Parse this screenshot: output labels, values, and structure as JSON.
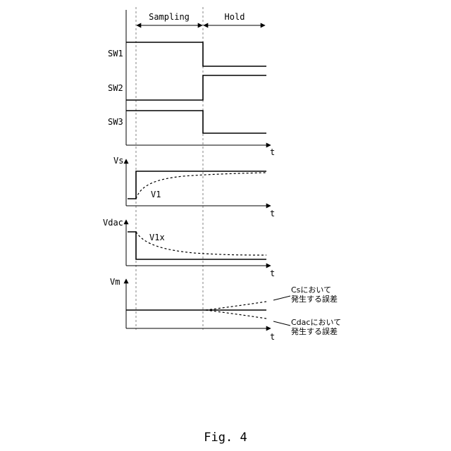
{
  "phases": {
    "sampling": "Sampling",
    "hold": "Hold"
  },
  "switches": {
    "sw1": "SW1",
    "sw2": "SW2",
    "sw3": "SW3"
  },
  "axes": {
    "t": "t",
    "vs": "Vs",
    "vdac": "Vdac",
    "vm": "Vm"
  },
  "curves": {
    "v1": "V1",
    "v1x": "V1x"
  },
  "annotations": {
    "cs_line1": "Csにおいて",
    "cs_line2": "発生する誤差",
    "cdac_line1": "Cdacにおいて",
    "cdac_line2": "発生する誤差"
  },
  "caption": "Fig. 4"
}
